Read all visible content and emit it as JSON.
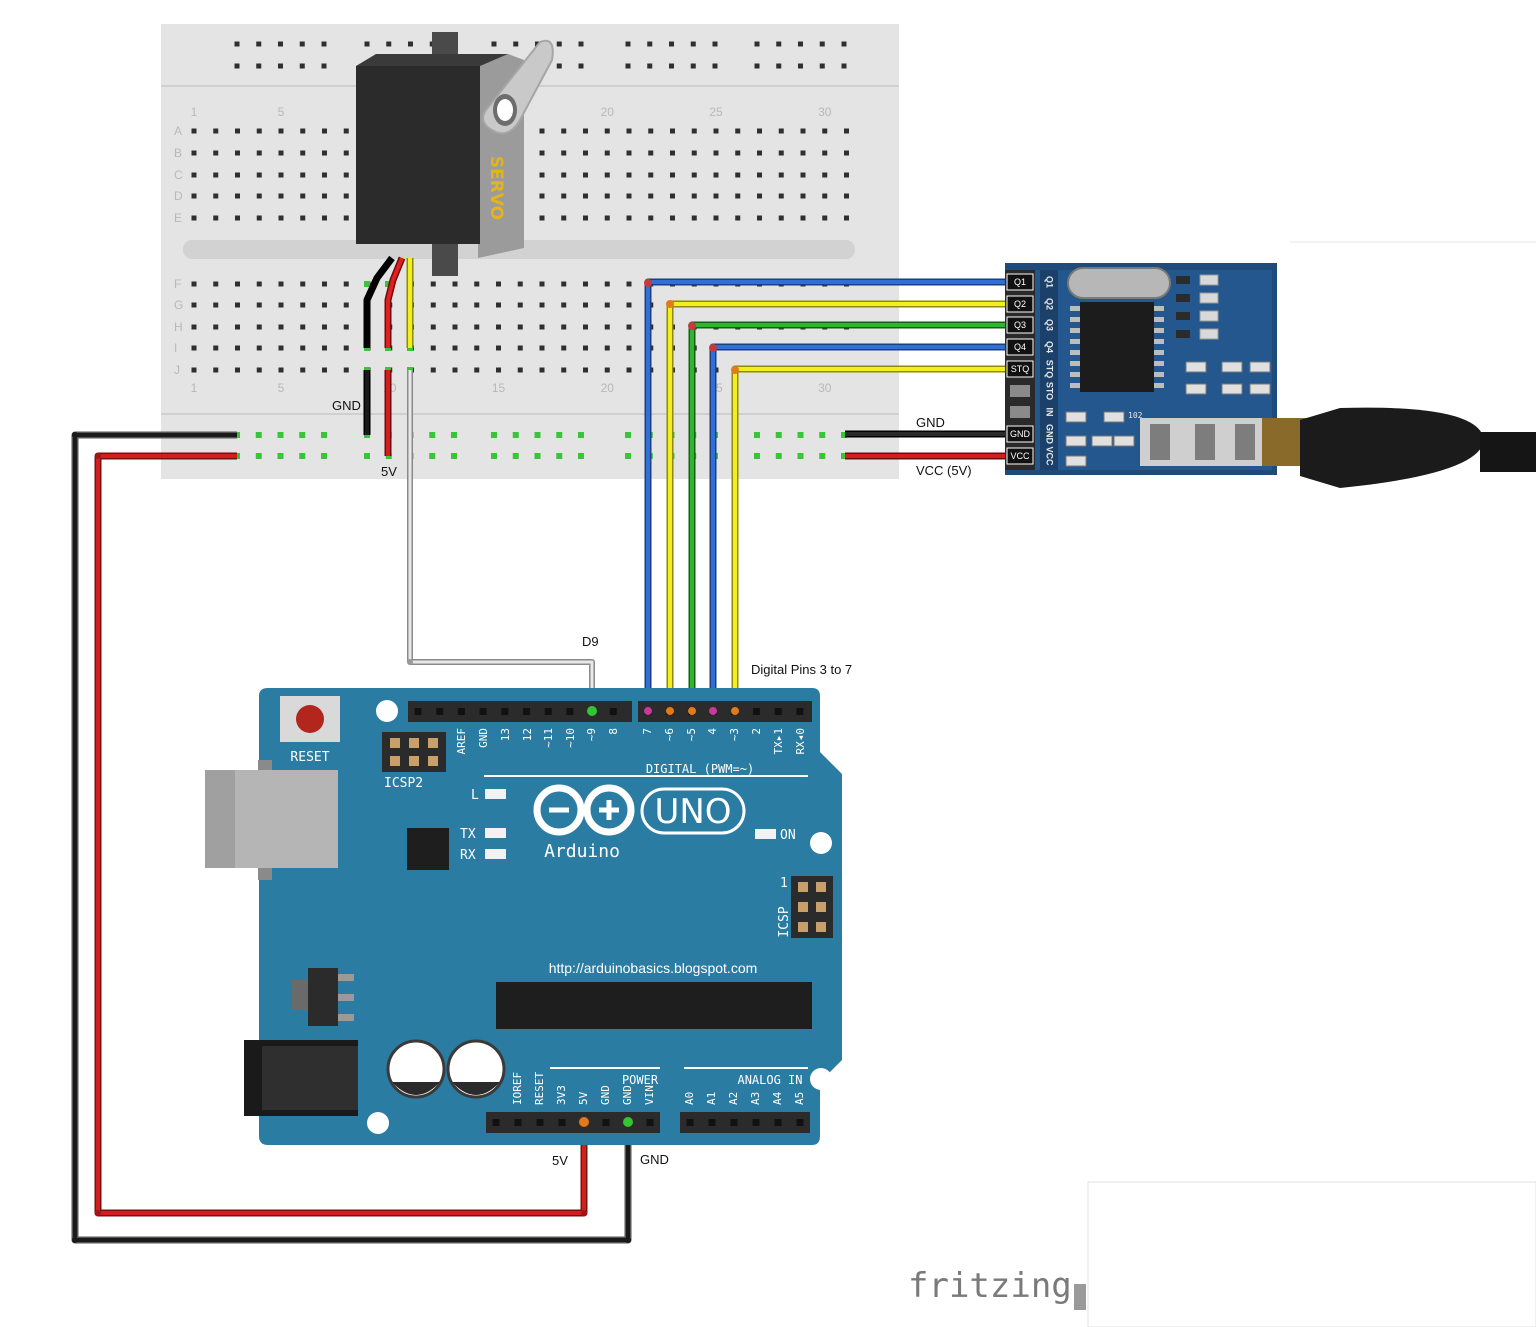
{
  "breadboard": {
    "col_numbers": [
      "1",
      "5",
      "10",
      "15",
      "20",
      "25",
      "30"
    ],
    "row_letters_top": [
      "A",
      "B",
      "C",
      "D",
      "E"
    ],
    "row_letters_bottom": [
      "F",
      "G",
      "H",
      "I",
      "J"
    ]
  },
  "servo": {
    "label": "SERVO"
  },
  "labels": {
    "servo_gnd": "GND",
    "servo_5v": "5V",
    "d9": "D9",
    "digital_pins": "Digital Pins 3 to 7",
    "rf_gnd": "GND",
    "rf_vcc": "VCC (5V)",
    "arduino_5v": "5V",
    "arduino_gnd": "GND",
    "url": "http://arduinobasics.blogspot.com",
    "fritzing": "fritzing"
  },
  "rf_module": {
    "pins": [
      "Q1",
      "Q2",
      "Q3",
      "Q4",
      "STQ",
      "GND",
      "VCC"
    ],
    "side_labels": [
      "Q1",
      "Q2",
      "Q3",
      "Q4",
      "STQ",
      "STO",
      "IN",
      "GND",
      "VCC"
    ],
    "resistor_code": "102"
  },
  "arduino": {
    "reset": "RESET",
    "icsp2": "ICSP2",
    "icsp": "ICSP",
    "icsp_pin1": "1",
    "led_l": "L",
    "led_tx": "TX",
    "led_rx": "RX",
    "led_on": "ON",
    "uno": "UNO",
    "brand": "Arduino",
    "digital_header": "DIGITAL (PWM=~)",
    "power_header": "POWER",
    "analog_header": "ANALOG IN",
    "top_pins": [
      "AREF",
      "GND",
      "13",
      "12",
      "~11",
      "~10",
      "~9",
      "8",
      "7",
      "~6",
      "~5",
      "4",
      "~3",
      "2",
      "TX▸1",
      "RX◂0"
    ],
    "power_pins": [
      "IOREF",
      "RESET",
      "3V3",
      "5V",
      "GND",
      "GND",
      "VIN"
    ],
    "analog_pins": [
      "A0",
      "A1",
      "A2",
      "A3",
      "A4",
      "A5"
    ]
  },
  "colors": {
    "board": "#2a7ca3",
    "board_dark": "#1e6486",
    "breadboard": "#e6e6e6",
    "wire_red": "#d11f1f",
    "wire_black": "#1a1a1a",
    "wire_blue": "#2f6fd6",
    "wire_yellow": "#f4ee1c",
    "wire_green": "#2fb52f",
    "wire_gray": "#c8c8c8"
  }
}
